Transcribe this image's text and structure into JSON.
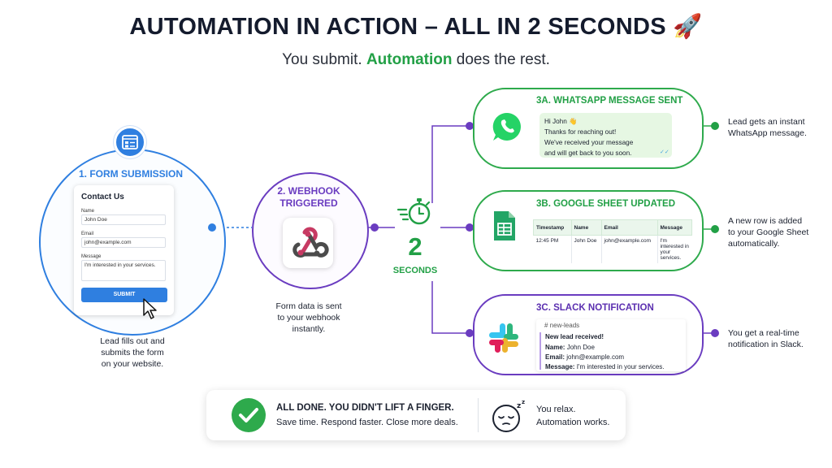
{
  "header": {
    "title": "AUTOMATION IN ACTION – ALL IN 2 SECONDS",
    "title_icon": "rocket-icon",
    "subtitle_pre": "You submit.",
    "subtitle_highlight": "Automation",
    "subtitle_post": "does the rest."
  },
  "step1": {
    "title": "1. FORM SUBMISSION",
    "icon": "browser-form-icon",
    "form": {
      "heading": "Contact Us",
      "name_label": "Name",
      "name_value": "John Doe",
      "email_label": "Email",
      "email_value": "john@example.com",
      "message_label": "Message",
      "message_value": "I'm interested in your services.",
      "submit_label": "SUBMIT"
    },
    "caption": [
      "Lead fills out and",
      "submits the form",
      "on your website."
    ]
  },
  "step2": {
    "title_line1": "2. WEBHOOK",
    "title_line2": "TRIGGERED",
    "icon": "webhook-icon",
    "caption": [
      "Form data is sent",
      "to your webhook",
      "instantly."
    ]
  },
  "timer": {
    "icon": "stopwatch-icon",
    "number": "2",
    "label": "SECONDS"
  },
  "step3a": {
    "title": "3A. WHATSAPP MESSAGE SENT",
    "icon": "whatsapp-icon",
    "message": [
      "Hi John 👋",
      "Thanks for reaching out!",
      "We've received your message",
      "and will get back to you soon."
    ],
    "ticks": "✓✓",
    "caption": [
      "Lead gets an instant",
      "WhatsApp message."
    ]
  },
  "step3b": {
    "title": "3B. GOOGLE SHEET UPDATED",
    "icon": "google-sheets-icon",
    "columns": [
      "Timestamp",
      "Name",
      "Email",
      "Message"
    ],
    "row": [
      "12:45 PM",
      "John Doe",
      "john@example.com",
      "I'm interested in your services."
    ],
    "caption": [
      "A new row is added",
      "to your Google Sheet",
      "automatically."
    ]
  },
  "step3c": {
    "title": "3C. SLACK NOTIFICATION",
    "icon": "slack-icon",
    "channel": "# new-leads",
    "headline": "New lead received!",
    "name_label": "Name:",
    "name_value": "John Doe",
    "email_label": "Email:",
    "email_value": "john@example.com",
    "message_label": "Message:",
    "message_value": "I'm interested in your services.",
    "caption": [
      "You get a real-time",
      "notification in Slack."
    ]
  },
  "footer": {
    "done_title": "ALL DONE. YOU DIDN'T LIFT A FINGER.",
    "done_sub": "Save time. Respond faster. Close more deals.",
    "relax_line1": "You relax.",
    "relax_line2": "Automation works.",
    "check_icon": "check-circle-icon",
    "sleep_icon": "sleeping-face-icon"
  },
  "colors": {
    "blue": "#2f7fe0",
    "purple": "#6a3cc0",
    "green": "#22a046",
    "whatsapp": "#25d366",
    "sheets": "#23a566"
  }
}
